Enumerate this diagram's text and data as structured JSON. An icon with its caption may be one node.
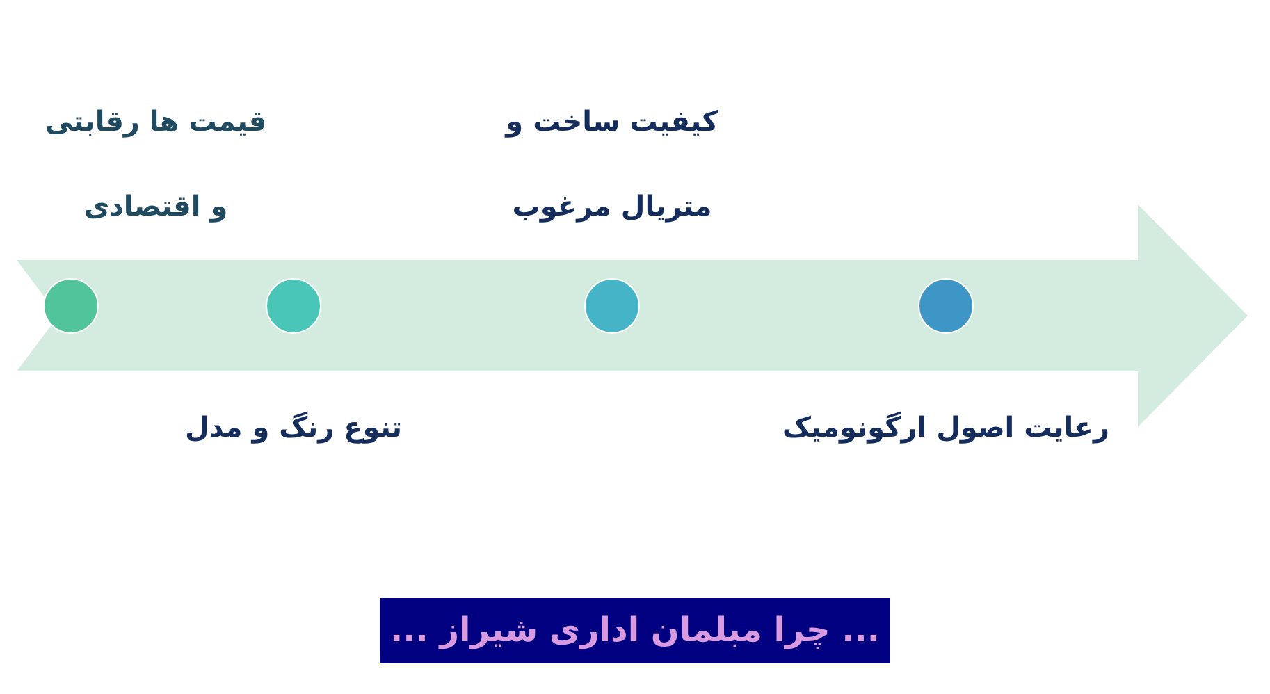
{
  "diagram": {
    "caption": "... چرا مبلمان اداری شیراز ...",
    "nodes": [
      {
        "text": [],
        "shape": "circle",
        "beside": [
          "قیمت ها رقابتی و اقتصادی"
        ]
      },
      {
        "text": [],
        "shape": "circle",
        "beside": [
          "تنوع رنگ و مدل"
        ]
      },
      {
        "text": [],
        "shape": "circle",
        "beside": [
          "کیفیت ساخت و متریال مرغوب"
        ]
      },
      {
        "text": [],
        "shape": "circle",
        "beside": [
          "رعایت اصول ارگونومیک"
        ]
      }
    ]
  }
}
